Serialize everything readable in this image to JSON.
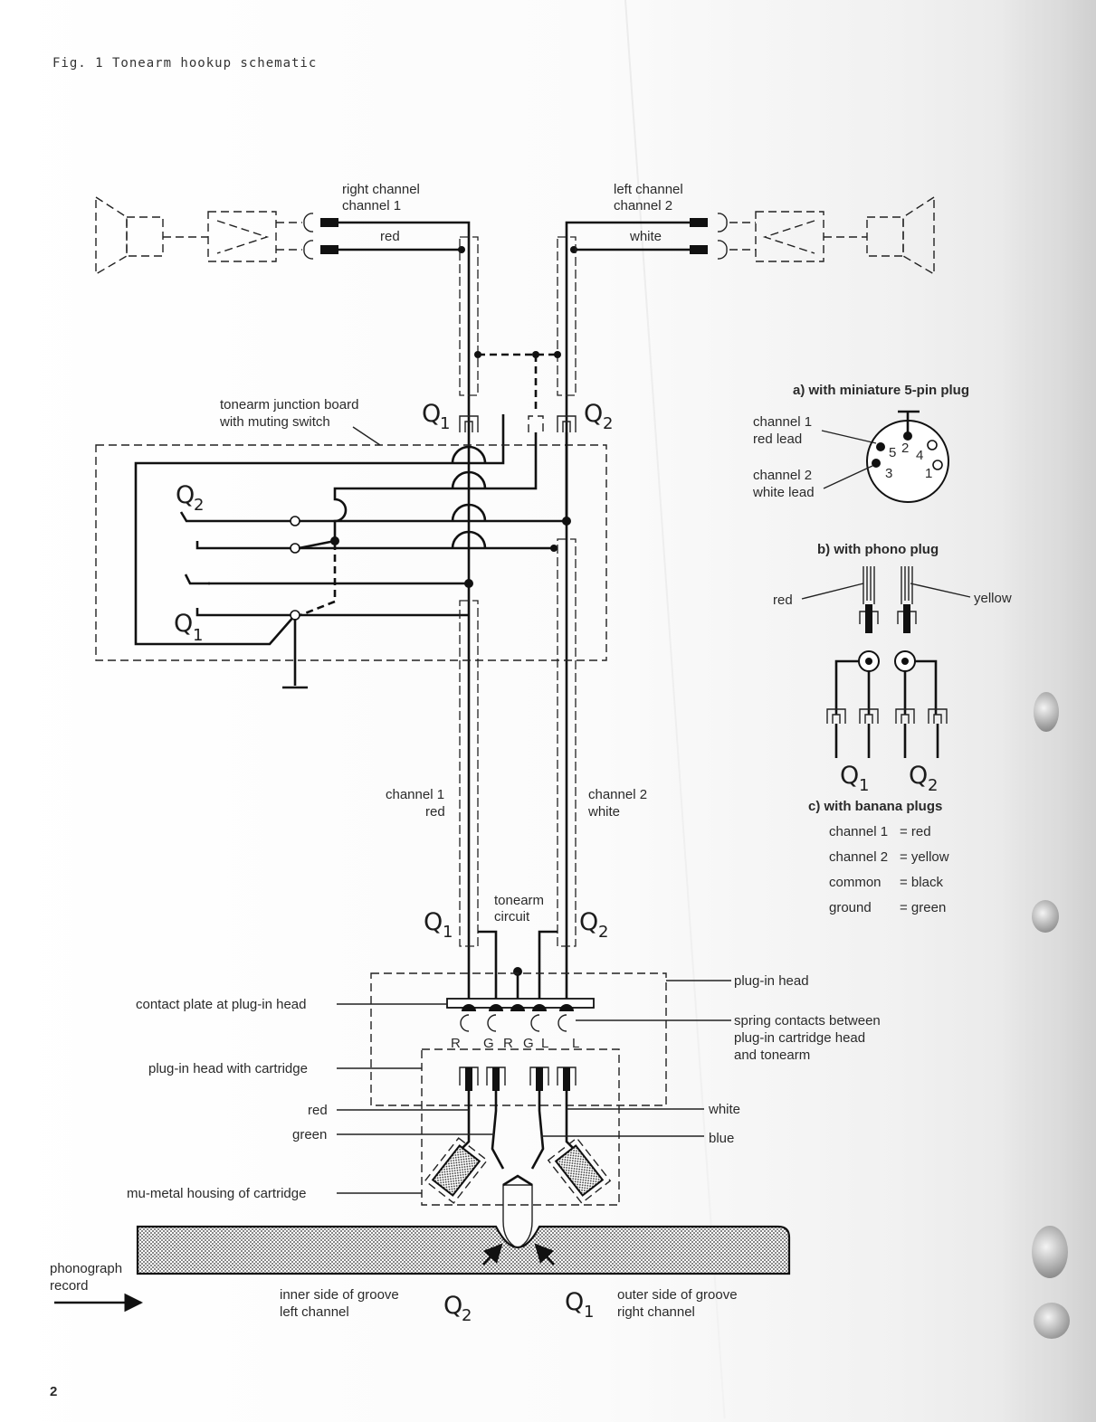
{
  "figure": {
    "caption": "Fig. 1 Tonearm hookup schematic",
    "page_number": "2"
  },
  "top": {
    "right_channel": [
      "right channel",
      "channel 1"
    ],
    "left_channel": [
      "left channel",
      "channel 2"
    ],
    "red": "red",
    "white": "white"
  },
  "junction": {
    "label": [
      "tonearm junction board",
      "with muting switch"
    ]
  },
  "q": {
    "q1": "Q",
    "q1_sub": "1",
    "q2": "Q",
    "q2_sub": "2"
  },
  "arm": {
    "ch1": [
      "channel 1",
      "red"
    ],
    "ch2": [
      "channel 2",
      "white"
    ],
    "circuit": [
      "tonearm",
      "circuit"
    ]
  },
  "head": {
    "contact_plate": "contact plate at plug-in head",
    "plugin_head_cart": "plug-in head with cartridge",
    "red": "red",
    "green": "green",
    "mu_metal": "mu-metal housing of cartridge",
    "plugin_head": "plug-in head",
    "spring": [
      "spring contacts between",
      "plug-in cartridge head",
      "and tonearm"
    ],
    "white": "white",
    "blue": "blue",
    "pins": [
      "R",
      "G",
      "R",
      "G",
      "L",
      "L"
    ]
  },
  "record": {
    "label": [
      "phonograph",
      "record"
    ],
    "inner": [
      "inner side of groove",
      "left channel"
    ],
    "outer": [
      "outer side of groove",
      "right channel"
    ]
  },
  "options": {
    "a_title": "a) with miniature 5-pin plug",
    "a_ch1": [
      "channel 1",
      "red lead"
    ],
    "a_ch2": [
      "channel 2",
      "white lead"
    ],
    "a_pins": [
      "5",
      "2",
      "4",
      "3",
      "1"
    ],
    "b_title": "b) with phono plug",
    "b_red": "red",
    "b_yellow": "yellow",
    "c_title": "c) with banana plugs",
    "c_rows": [
      [
        "channel 1",
        "= red"
      ],
      [
        "channel 2",
        "= yellow"
      ],
      [
        "common",
        "= black"
      ],
      [
        "ground",
        "= green"
      ]
    ]
  }
}
